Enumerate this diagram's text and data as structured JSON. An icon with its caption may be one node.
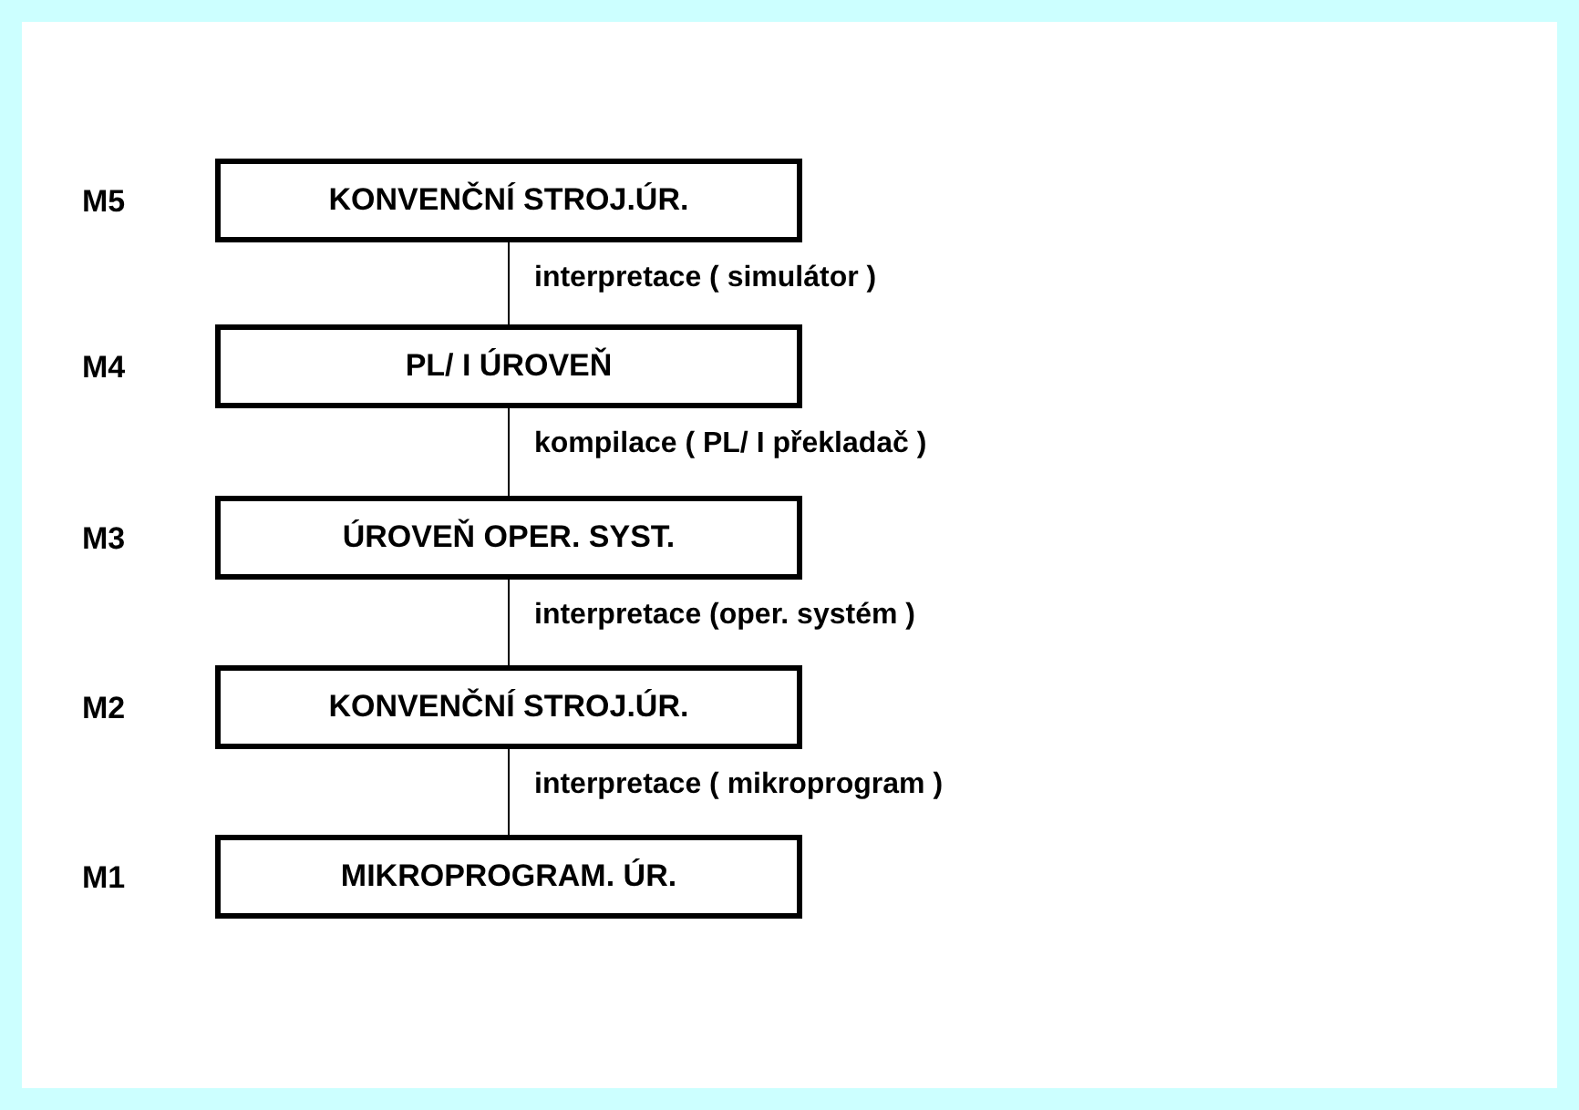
{
  "diagram": {
    "nodes": [
      {
        "text": [
          "KONVENČNÍ STROJ.ÚR."
        ],
        "beside": [
          "M5"
        ]
      },
      {
        "text": [
          "PL/ I ÚROVEŇ"
        ],
        "beside": [
          "M4"
        ]
      },
      {
        "text": [
          "ÚROVEŇ OPER. SYST."
        ],
        "beside": [
          "M3"
        ]
      },
      {
        "text": [
          "KONVENČNÍ STROJ.ÚR."
        ],
        "beside": [
          "M2"
        ]
      },
      {
        "text": [
          "MIKROPROGRAM. ÚR."
        ],
        "beside": [
          "M1"
        ]
      }
    ],
    "edges": [
      {
        "from": 0,
        "to": 1,
        "arrow": "none",
        "label": "interpretace ( simulátor )"
      },
      {
        "from": 1,
        "to": 2,
        "arrow": "none",
        "label": "kompilace ( PL/ I překladač )"
      },
      {
        "from": 2,
        "to": 3,
        "arrow": "none",
        "label": "interpretace (oper. systém )"
      },
      {
        "from": 3,
        "to": 4,
        "arrow": "none",
        "label": "interpretace ( mikroprogram )"
      }
    ]
  }
}
